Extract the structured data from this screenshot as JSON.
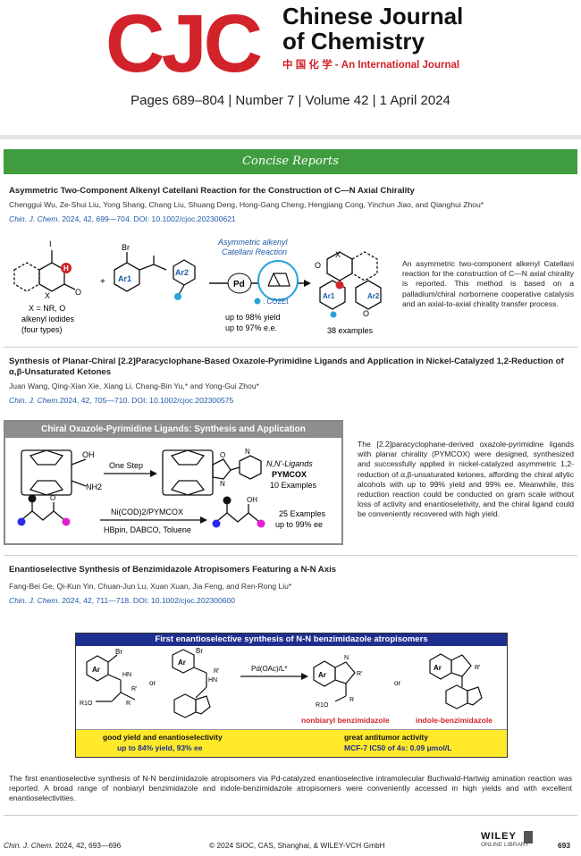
{
  "header": {
    "logo_text": "CJC",
    "journal_line1": "Chinese Journal",
    "journal_line2": "of Chemistry",
    "tagline": "中 国 化 学 - An International Journal",
    "issue_line": "Pages 689–804 | Number 7 | Volume 42 | 1 April 2024"
  },
  "section_title": "Concise Reports",
  "colors": {
    "banner": "#3f9d3f",
    "logo": "#d2232a",
    "link": "#1e5aa8"
  },
  "articles": [
    {
      "title": "Asymmetric Two-Component Alkenyl Catellani Reaction for the Construction of C—N Axial Chirality",
      "authors": "Chenggui Wu, Ze-Shui Liu, Yong Shang, Chang Liu, Shuang Deng, Hong-Gang Cheng, Hengjiang Cong, Yinchun Jiao, and Qianghui Zhou*",
      "journal": "Chin. J. Chem.",
      "citation": "2024, 42, 699—704. DOI: 10.1002/cjoc.202300621",
      "abstract": "An asymmetric two-component alkenyl Catellani reaction for the construction of C—N axial chirality is reported. This method is based on a palladium/chiral norbornene cooperative catalysis and an axial-to-axial chirality transfer process.",
      "toc": {
        "label_x": "X = NR, O",
        "label_iodides": "alkenyl iodides",
        "label_types": "(four types)",
        "arrow_title_1": "Asymmetric alkenyl",
        "arrow_title_2": "Catellani Reaction",
        "catalyst": "Pd",
        "ester": ": CO2Et",
        "yield": "up to 98% yield",
        "ee": "up to 97% e.e.",
        "examples": "38 examples",
        "ar1": "Ar1",
        "ar2": "Ar2",
        "br": "Br",
        "plus": "+"
      }
    },
    {
      "title": "Synthesis of Planar-Chiral [2.2]Paracyclophane-Based Oxazole-Pyrimidine Ligands and Application in Nickel-Catalyzed 1,2-Reduction of",
      "title2": "α,β-Unsaturated Ketones",
      "authors": "Juan Wang, Qing-Xian Xie, Xiang Li, Chang-Bin Yu,* and Yong-Gui Zhou*",
      "journal": "Chin. J. Chem.",
      "citation": "2024, 42, 705—710. DOI: 10.1002/cjoc.202300575",
      "abstract": "The [2.2]paracyclophane-derived oxazole-pyrimidine ligands with planar chirality (PYMCOX) were designed, synthesized and successfully applied in nickel-catalyzed asymmetric 1,2-reduction of α,β-unsaturated ketones, affording the chiral allylic alcohols with up to 99% yield and 99% ee. Meanwhile, this reduction reaction could be conducted on gram scale without loss of activity and enantioseletivity, and the chiral ligand could be conveniently recovered with high yield.",
      "toc": {
        "header": "Chiral Oxazole-Pyrimidine Ligands: Synthesis and Application",
        "one_step": "One Step",
        "oh": "OH",
        "nh2": "NH2",
        "ligand_type": "N,N'-Ligands",
        "ligand_name": "PYMCOX",
        "ligand_examples": "10 Examples",
        "conditions_top": "Ni(COD)2/PYMCOX",
        "conditions_bottom": "HBpin, DABCO, Toluene",
        "product_oh": "OH",
        "result_1": "25 Examples",
        "result_2": "up to 99% ee",
        "ketone_o": "O"
      }
    },
    {
      "title": "Enantioselective Synthesis of Benzimidazole Atropisomers Featuring a N-N Axis",
      "authors": "Fang-Bei Ge, Qi-Kun Yin, Chuan-Jun Lu, Xuan Xuan, Jia Feng, and Ren-Rong Liu*",
      "journal": "Chin. J. Chem.",
      "citation": "2024, 42, 711—718. DOI: 10.1002/cjoc.202300600",
      "abstract": "The first enantioselective synthesis of N-N benzimidazole atropisomers via Pd-catalyzed enantioselective intramolecular Buchwald-Hartwig amination reaction was reported. A broad range of nonbiaryl benzimidazole and indole-benzimidazole atropisomers were conveniently accessed in high yields and with excellent enantioselectivities.",
      "toc": {
        "header": "First enantioselective synthesis of N-N benzimidazole atropisomers",
        "catalyst": "Pd(OAc)/L*",
        "or": "or",
        "label_nonbiaryl": "nonbiaryl benzimidazole",
        "label_indole": "indole-benzimidazole",
        "footer_left_1": "good yield and enantioselectivity",
        "footer_left_2": "up to 84% yield, 93% ee",
        "footer_right_1": "great antitumor activity",
        "footer_right_2": "MCF-7 IC50 of 4s: 0.09 μmol/L",
        "ar": "Ar",
        "br": "Br",
        "rprime": "R'",
        "r1o": "R1O",
        "r": "R",
        "hn": "HN",
        "n": "N"
      }
    }
  ],
  "footer": {
    "journal": "Chin. J. Chem.",
    "citation": "2024, 42, 693—696",
    "copyright": "© 2024 SIOC, CAS, Shanghai, & WILEY-VCH GmbH",
    "publisher": "WILEY",
    "publisher_sub": "ONLINE LIBRARY",
    "page_number": "693"
  }
}
